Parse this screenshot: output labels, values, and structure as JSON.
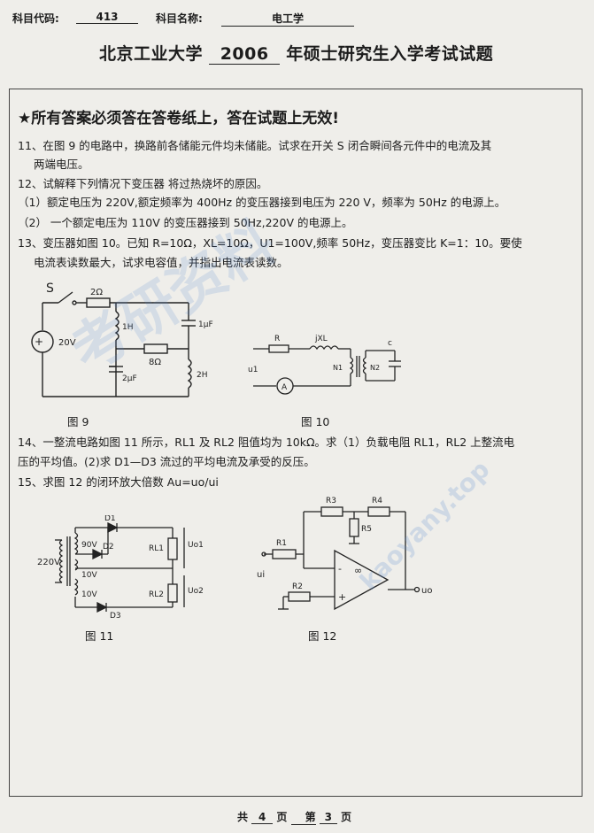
{
  "header": {
    "code_label": "科目代码:",
    "code_value": "413",
    "subject_label": "科目名称:",
    "subject_value": "电工学"
  },
  "title": {
    "university": "北京工业大学",
    "year": "2006",
    "rest": "年硕士研究生入学考试试题"
  },
  "notice": "★所有答案必须答在答卷纸上，答在试题上无效!",
  "questions": {
    "q11_line1": "11、在图 9 的电路中，换路前各储能元件均未储能。试求在开关 S 闭合瞬间各元件中的电流及其",
    "q11_line2": "两端电压。",
    "q12": "12、试解释下列情况下变压器 将过热烧坏的原因。",
    "q12_1": "（1）额定电压为 220V,额定频率为 400Hz 的变压器接到电压为 220 V，频率为 50Hz 的电源上。",
    "q12_2": "（2）   一个额定电压为 110V 的变压器接到 50Hz,220V 的电源上。",
    "q13_line1": "13、变压器如图 10。已知 R=10Ω，XL=10Ω，U1=100V,频率 50Hz，变压器变比 K=1：10。要使",
    "q13_line2": "电流表读数最大，试求电容值，并指出电流表读数。",
    "q14_line1": "14、一整流电路如图 11 所示，RL1 及 RL2 阻值均为 10kΩ。求（1）负载电阻 RL1，RL2 上整流电",
    "q14_line2": "压的平均值。(2)求 D1—D3 流过的平均电流及承受的反压。",
    "q15": "15、求图 12 的闭环放大倍数 Au=uo/ui"
  },
  "fig9": {
    "caption": "图 9",
    "switch": "S",
    "r_top": "2Ω",
    "l1": "1H",
    "c1": "1μF",
    "r_mid": "8Ω",
    "c2": "2μF",
    "l2": "2H",
    "source": "20V"
  },
  "fig10": {
    "caption": "图 10",
    "r": "R",
    "x": "jXL",
    "n1": "N1",
    "n2": "N2",
    "c": "c",
    "u1": "u1",
    "meter": "A"
  },
  "fig11": {
    "caption": "图 11",
    "v220": "220V",
    "v90": "90V",
    "v10a": "10V",
    "v10b": "10V",
    "d1": "D1",
    "d2": "D2",
    "d3": "D3",
    "rl1": "RL1",
    "rl2": "RL2",
    "uo1": "Uo1",
    "uo2": "Uo2"
  },
  "fig12": {
    "caption": "图 12",
    "r1": "R1",
    "r2": "R2",
    "r3": "R3",
    "r4": "R4",
    "r5": "R5",
    "ui": "ui",
    "uo": "uo",
    "inf": "∞",
    "minus": "-",
    "plus": "+"
  },
  "footer": {
    "gong": "共",
    "total": "4",
    "ye1": "页",
    "di": "第",
    "page": "3",
    "ye2": "页"
  },
  "watermark": {
    "main": "考研资料",
    "site": "kaoyany.top"
  }
}
